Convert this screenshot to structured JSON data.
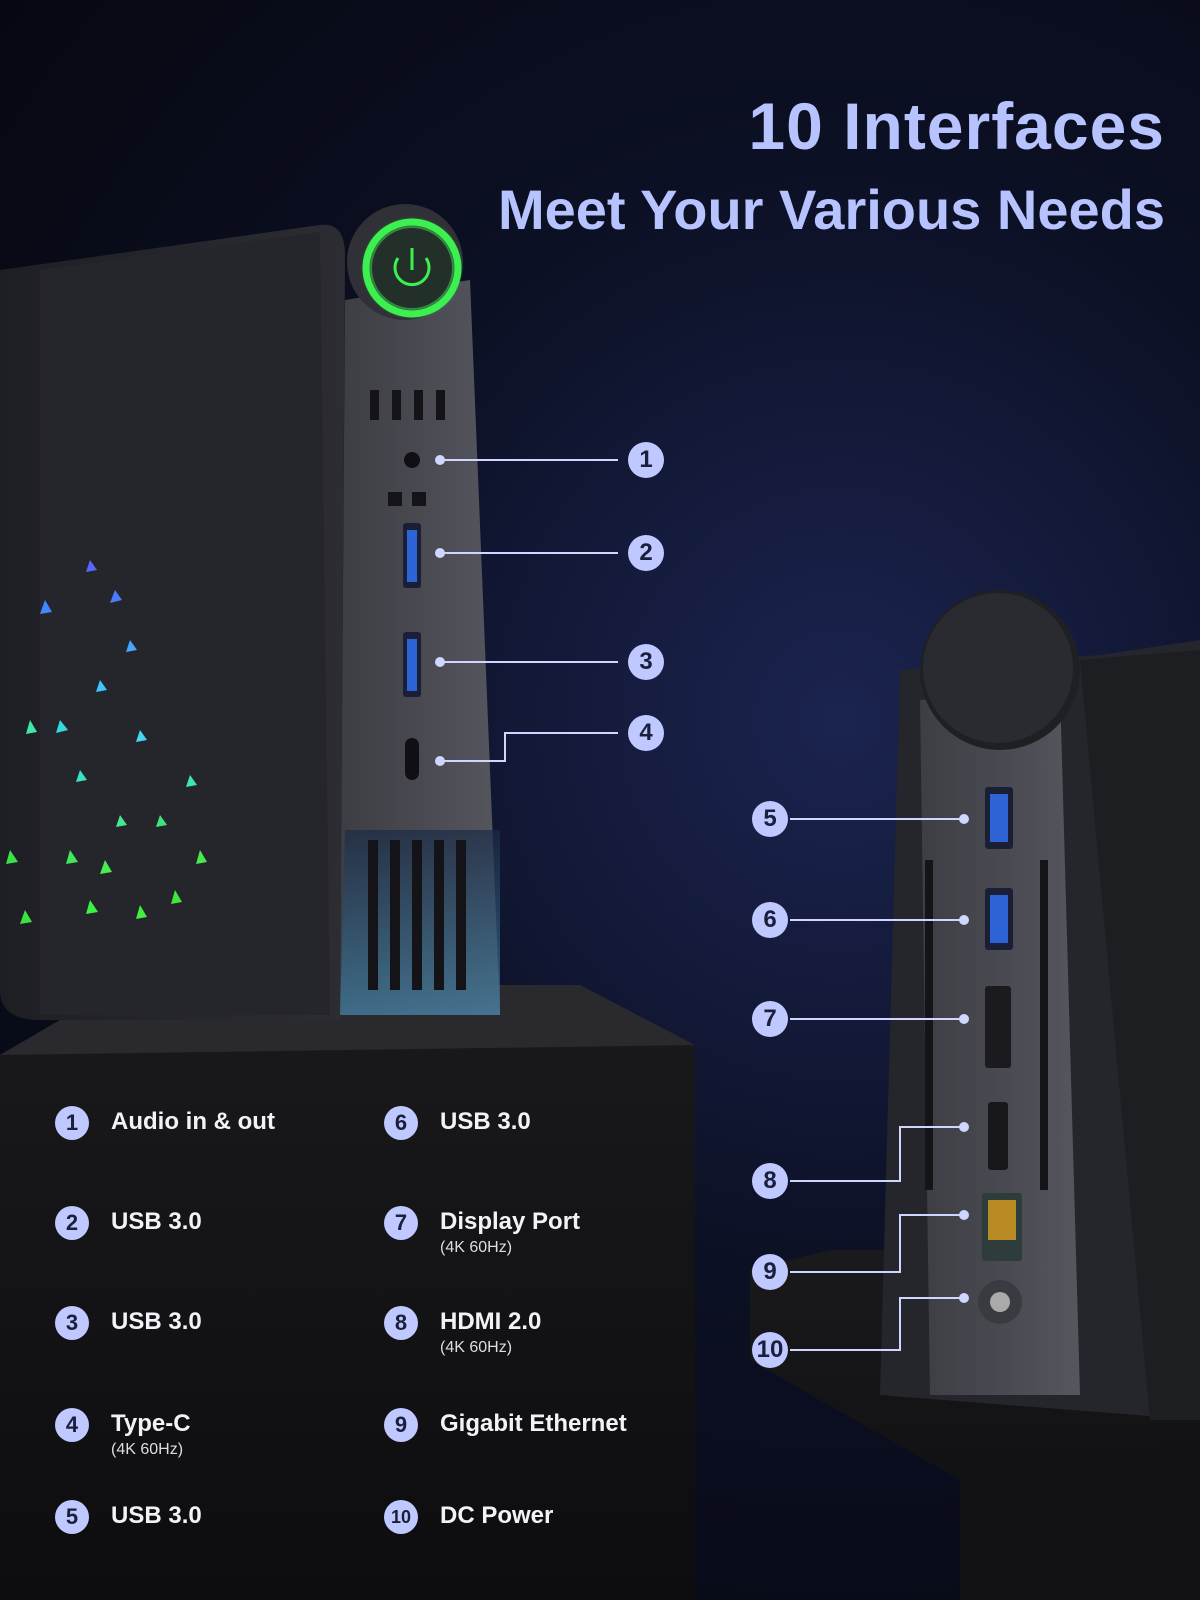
{
  "heading": {
    "title": "10 Interfaces",
    "subtitle": "Meet Your Various Needs"
  },
  "colors": {
    "accent": "#b7c3ff",
    "badge": "#c0c9ff",
    "power_ring": "#35e34a"
  },
  "callouts": [
    "1",
    "2",
    "3",
    "4",
    "5",
    "6",
    "7",
    "8",
    "9",
    "10"
  ],
  "specs": [
    {
      "num": "1",
      "label": "Audio in & out",
      "sub": ""
    },
    {
      "num": "2",
      "label": "USB 3.0",
      "sub": ""
    },
    {
      "num": "3",
      "label": "USB 3.0",
      "sub": ""
    },
    {
      "num": "4",
      "label": "Type-C",
      "sub": "(4K 60Hz)"
    },
    {
      "num": "5",
      "label": "USB 3.0",
      "sub": ""
    },
    {
      "num": "6",
      "label": "USB 3.0",
      "sub": ""
    },
    {
      "num": "7",
      "label": "Display Port",
      "sub": "(4K 60Hz)"
    },
    {
      "num": "8",
      "label": "HDMI 2.0",
      "sub": "(4K 60Hz)"
    },
    {
      "num": "9",
      "label": "Gigabit Ethernet",
      "sub": ""
    },
    {
      "num": "10",
      "label": "DC Power",
      "sub": ""
    }
  ]
}
